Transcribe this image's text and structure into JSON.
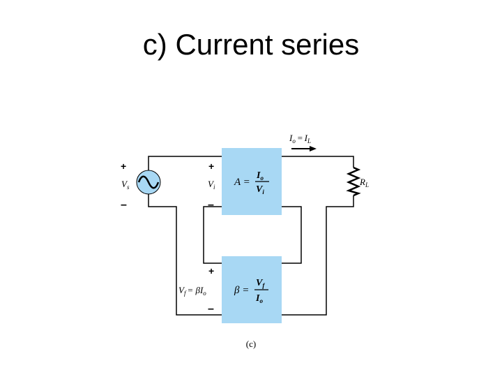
{
  "slide": {
    "title": "c) Current series"
  },
  "diagram": {
    "caption": "(c)",
    "colors": {
      "block_fill": "#a8d8f4",
      "wire": "#000000"
    },
    "source": {
      "label_main": "V",
      "label_sub": "s",
      "plus": "+",
      "minus": "–"
    },
    "amplifier": {
      "input_plus": "+",
      "input_minus": "–",
      "input_label_main": "V",
      "input_label_sub": "i",
      "gain_symbol": "A =",
      "num_main": "I",
      "num_sub": "o",
      "den_main": "V",
      "den_sub": "i"
    },
    "output_current": {
      "lhs_main": "I",
      "lhs_sub": "o",
      "eq": "=",
      "rhs_main": "I",
      "rhs_sub": "L"
    },
    "load": {
      "label_main": "R",
      "label_sub": "L"
    },
    "feedback": {
      "plus": "+",
      "minus": "–",
      "vf_main": "V",
      "vf_sub": "f",
      "vf_eq": "= βI",
      "vf_tail_sub": "o",
      "beta_symbol": "β =",
      "num_main": "V",
      "num_sub": "f",
      "den_main": "I",
      "den_sub": "o"
    }
  }
}
